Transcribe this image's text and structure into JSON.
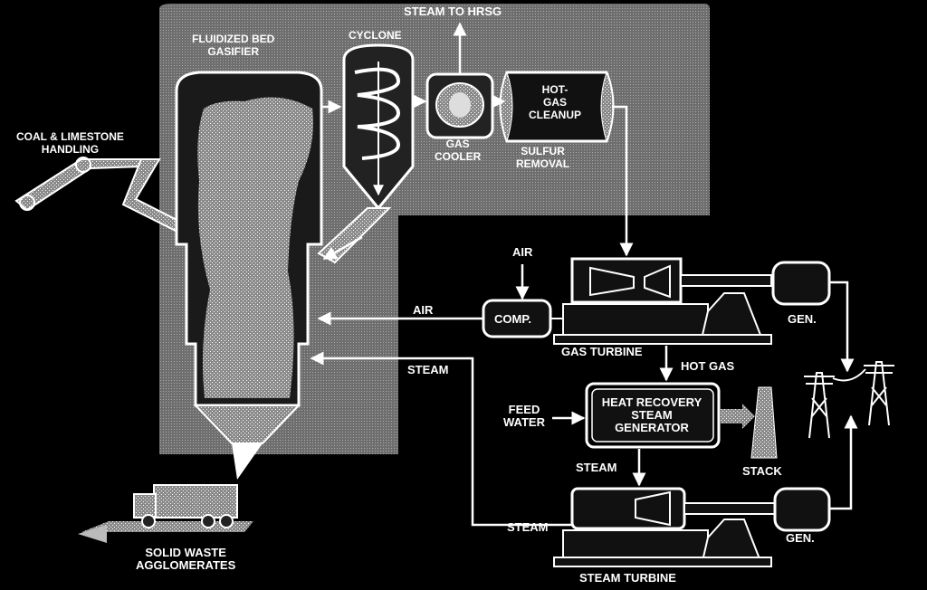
{
  "labels": {
    "steam_to_hrsg": "STEAM TO HRSG",
    "gasifier": "FLUIDIZED BED\nGASIFIER",
    "cyclone": "CYCLONE",
    "gas_cooler": "GAS\nCOOLER",
    "hot_gas_cleanup": "HOT-\nGAS\nCLEANUP",
    "sulfur_removal": "SULFUR\nREMOVAL",
    "coal_handling": "COAL & LIMESTONE\nHANDLING",
    "air_top": "AIR",
    "comp": "COMP.",
    "air_left": "AIR",
    "gen1": "GEN.",
    "gas_turbine": "GAS TURBINE",
    "hot_gas": "HOT GAS",
    "steam_left": "STEAM",
    "feed_water": "FEED\nWATER",
    "hrsg": "HEAT RECOVERY\nSTEAM\nGENERATOR",
    "stack": "STACK",
    "steam_mid": "STEAM",
    "steam_bottom": "STEAM",
    "gen2": "GEN.",
    "steam_turbine": "STEAM TURBINE",
    "solid_waste": "SOLID WASTE\nAGGLOMERATES"
  },
  "colors": {
    "background": "#000000",
    "panel": "#5a5a5a",
    "line": "#ffffff"
  }
}
